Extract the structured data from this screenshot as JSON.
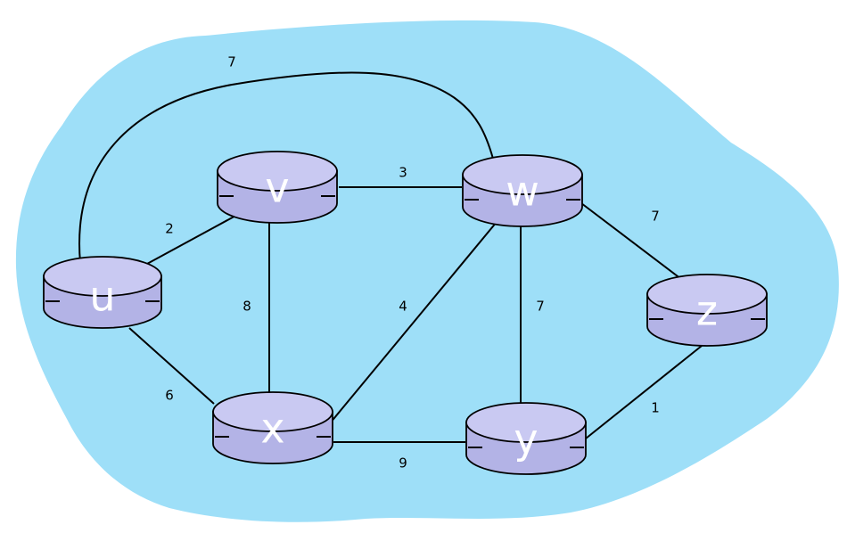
{
  "colors": {
    "cloud_fill": "#9edff8",
    "router_fill": "#b3b3e6",
    "router_top": "#c9c9f2",
    "edge": "#000000",
    "router_label": "#ffffff"
  },
  "nodes": [
    {
      "id": "u",
      "label": "u"
    },
    {
      "id": "v",
      "label": "v"
    },
    {
      "id": "w",
      "label": "w"
    },
    {
      "id": "x",
      "label": "x"
    },
    {
      "id": "y",
      "label": "y"
    },
    {
      "id": "z",
      "label": "z"
    }
  ],
  "edges": [
    {
      "from": "u",
      "to": "w",
      "weight": "7"
    },
    {
      "from": "u",
      "to": "v",
      "weight": "2"
    },
    {
      "from": "u",
      "to": "x",
      "weight": "6"
    },
    {
      "from": "v",
      "to": "w",
      "weight": "3"
    },
    {
      "from": "v",
      "to": "x",
      "weight": "8"
    },
    {
      "from": "x",
      "to": "w",
      "weight": "4"
    },
    {
      "from": "w",
      "to": "y",
      "weight": "7"
    },
    {
      "from": "w",
      "to": "z",
      "weight": "7"
    },
    {
      "from": "x",
      "to": "y",
      "weight": "9"
    },
    {
      "from": "y",
      "to": "z",
      "weight": "1"
    }
  ]
}
